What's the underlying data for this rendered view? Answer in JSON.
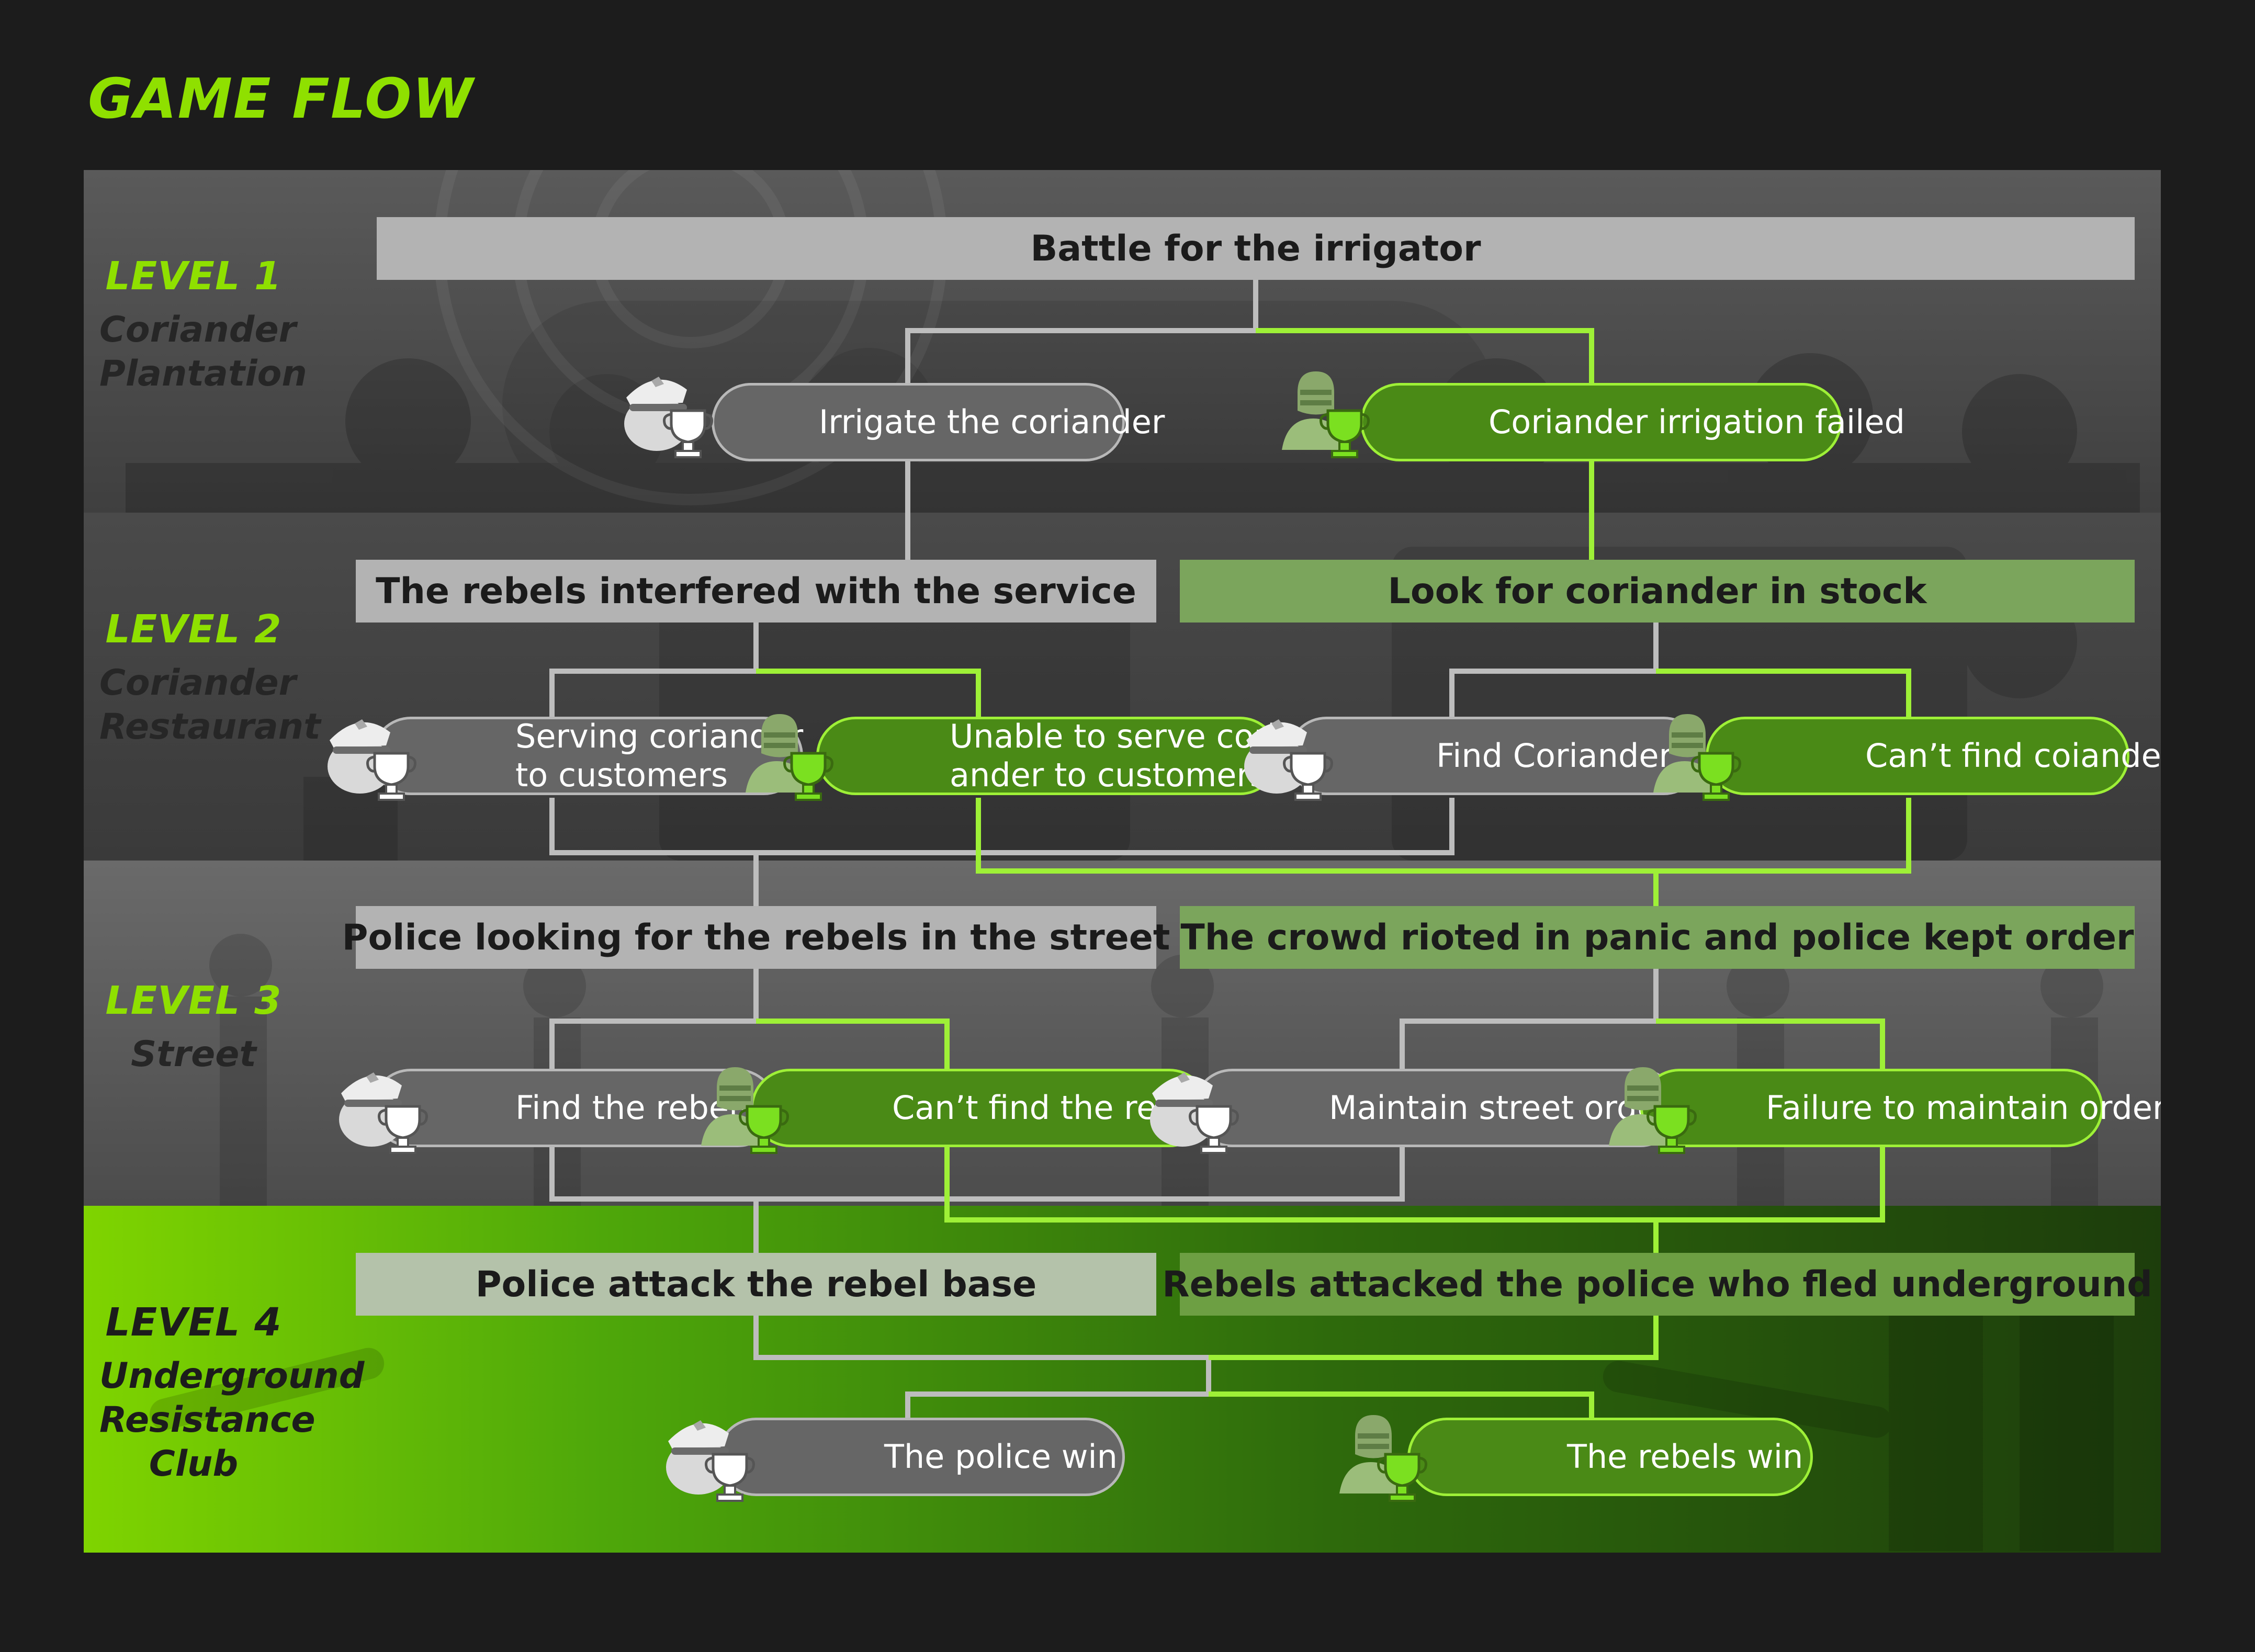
{
  "title": "GAME FLOW",
  "colors": {
    "accent": "#8fe000",
    "police": "#666666",
    "rebel": "#4a8a16"
  },
  "levels": [
    {
      "number": "LEVEL 1",
      "name_lines": [
        "Coriander",
        "Plantation"
      ]
    },
    {
      "number": "LEVEL 2",
      "name_lines": [
        "Coriander",
        "Restaurant"
      ]
    },
    {
      "number": "LEVEL 3",
      "name_lines": [
        "Street"
      ]
    },
    {
      "number": "LEVEL 4",
      "name_lines": [
        "Underground",
        "Resistance",
        "Club"
      ]
    }
  ],
  "banners": {
    "l1": "Battle for the irrigator",
    "l2_police": "The rebels interfered with the service",
    "l2_rebel": "Look for coriander in stock",
    "l3_police": "Police looking for the rebels in the street",
    "l3_rebel": "The crowd rioted in panic and police kept order",
    "l4_police": "Police attack the rebel base",
    "l4_rebel": "Rebels attacked the police who fled underground"
  },
  "outcomes": {
    "l1_police": [
      "Irrigate the coriander"
    ],
    "l1_rebel": [
      "Coriander irrigation failed"
    ],
    "l2_a": [
      "Serving coriander",
      "to customers"
    ],
    "l2_b": [
      "Unable to serve cori-",
      "ander to customers"
    ],
    "l2_c": [
      "Find Coriander"
    ],
    "l2_d": [
      "Can’t find coiander"
    ],
    "l3_a": [
      "Find the rebels"
    ],
    "l3_b": [
      "Can’t find the rebels"
    ],
    "l3_c": [
      "Maintain street order"
    ],
    "l3_d": [
      "Failure to maintain order"
    ],
    "l4_police": [
      "The police win"
    ],
    "l4_rebel": [
      "The rebels win"
    ]
  },
  "icons": {
    "police": "police-trophy-icon",
    "rebel": "rebel-trophy-icon"
  }
}
